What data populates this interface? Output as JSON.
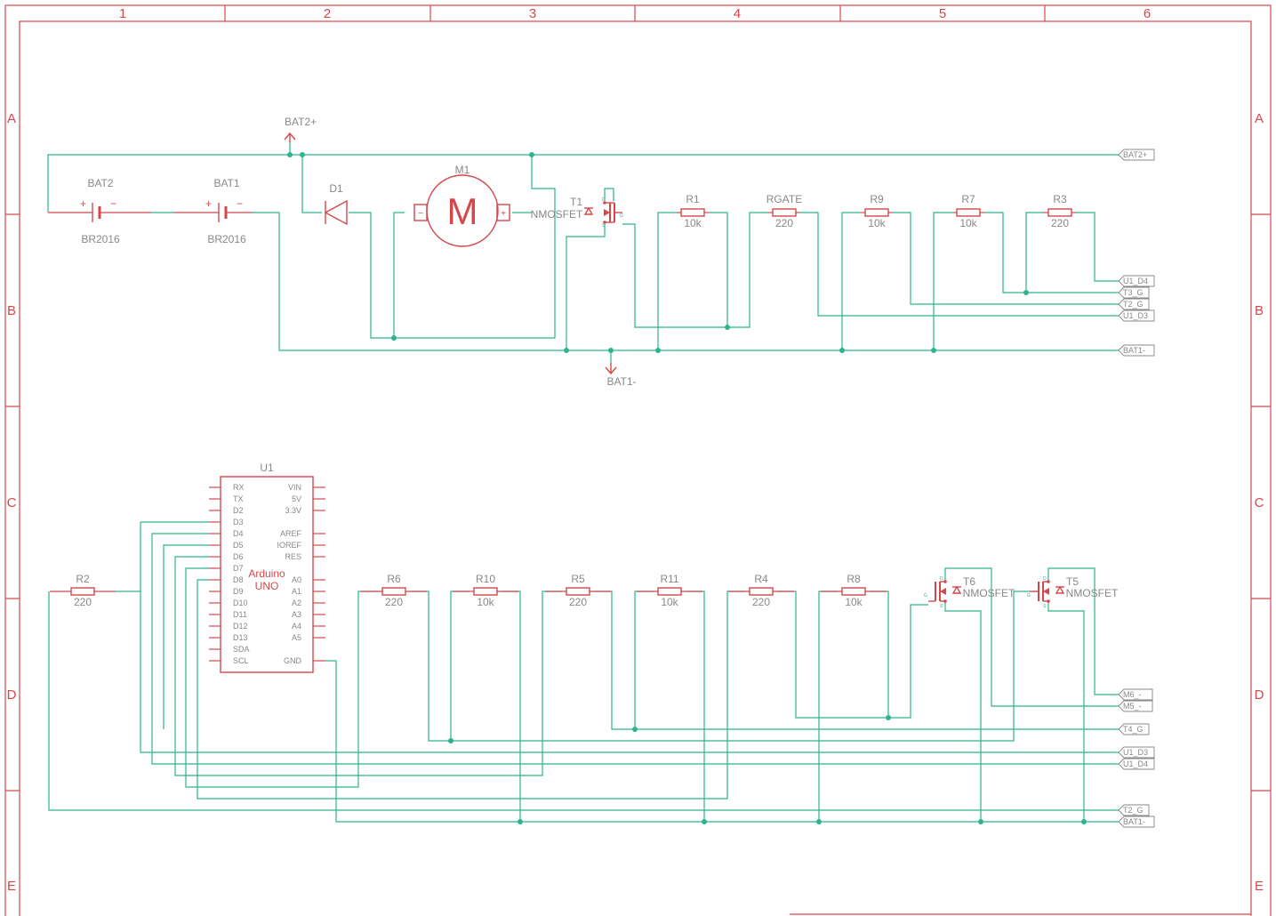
{
  "sheet": {
    "border_color": "#d4484c",
    "wire_color": "#2db38e",
    "label_color": "#888888",
    "zones_x": [
      "1",
      "2",
      "3",
      "4",
      "5",
      "6"
    ],
    "zones_y": [
      "A",
      "B",
      "C",
      "D",
      "E"
    ]
  },
  "top": {
    "batteries": [
      {
        "ref": "BAT2",
        "value": "BR2016",
        "plus": "+",
        "minus": "−"
      },
      {
        "ref": "BAT1",
        "value": "BR2016",
        "plus": "+",
        "minus": "−"
      }
    ],
    "supply_label": "BAT2+",
    "ground_label": "BAT1-",
    "diode": {
      "ref": "D1"
    },
    "motor": {
      "ref": "M1",
      "glyph": "M",
      "minus": "−",
      "plus": "+"
    },
    "transistor": {
      "ref": "T1",
      "type": "NMOSFET",
      "d": "D",
      "g": "G",
      "s": "S"
    },
    "resistors": [
      {
        "ref": "R1",
        "value": "10k"
      },
      {
        "ref": "RGATE",
        "value": "220"
      },
      {
        "ref": "R9",
        "value": "10k"
      },
      {
        "ref": "R7",
        "value": "10k"
      },
      {
        "ref": "R3",
        "value": "220"
      }
    ],
    "ports": [
      "BAT2+",
      "U1_D4",
      "T3_G",
      "T2_G",
      "U1_D3",
      "BAT1-"
    ]
  },
  "bottom": {
    "arduino": {
      "ref": "U1",
      "title": "Arduino",
      "subtitle": "UNO",
      "left_pins": [
        "RX",
        "TX",
        "D2",
        "D3",
        "D4",
        "D5",
        "D6",
        "D7",
        "D8",
        "D9",
        "D10",
        "D11",
        "D12",
        "D13",
        "SDA",
        "SCL"
      ],
      "right_pins": [
        "VIN",
        "5V",
        "3.3V",
        "",
        "AREF",
        "IOREF",
        "RES",
        "",
        "A0",
        "A1",
        "A2",
        "A3",
        "A4",
        "A5",
        "",
        "GND"
      ]
    },
    "resistors": [
      {
        "ref": "R2",
        "value": "220"
      },
      {
        "ref": "R6",
        "value": "220"
      },
      {
        "ref": "R10",
        "value": "10k"
      },
      {
        "ref": "R5",
        "value": "220"
      },
      {
        "ref": "R11",
        "value": "10k"
      },
      {
        "ref": "R4",
        "value": "220"
      },
      {
        "ref": "R8",
        "value": "10k"
      }
    ],
    "transistors": [
      {
        "ref": "T6",
        "type": "NMOSFET",
        "d": "D",
        "g": "G",
        "s": "S"
      },
      {
        "ref": "T5",
        "type": "NMOSFET",
        "d": "D",
        "g": "G",
        "s": "S"
      }
    ],
    "ports": [
      "M6_-",
      "M5_-",
      "T4_G",
      "U1_D3",
      "U1_D4",
      "T2_G",
      "BAT1-"
    ]
  }
}
